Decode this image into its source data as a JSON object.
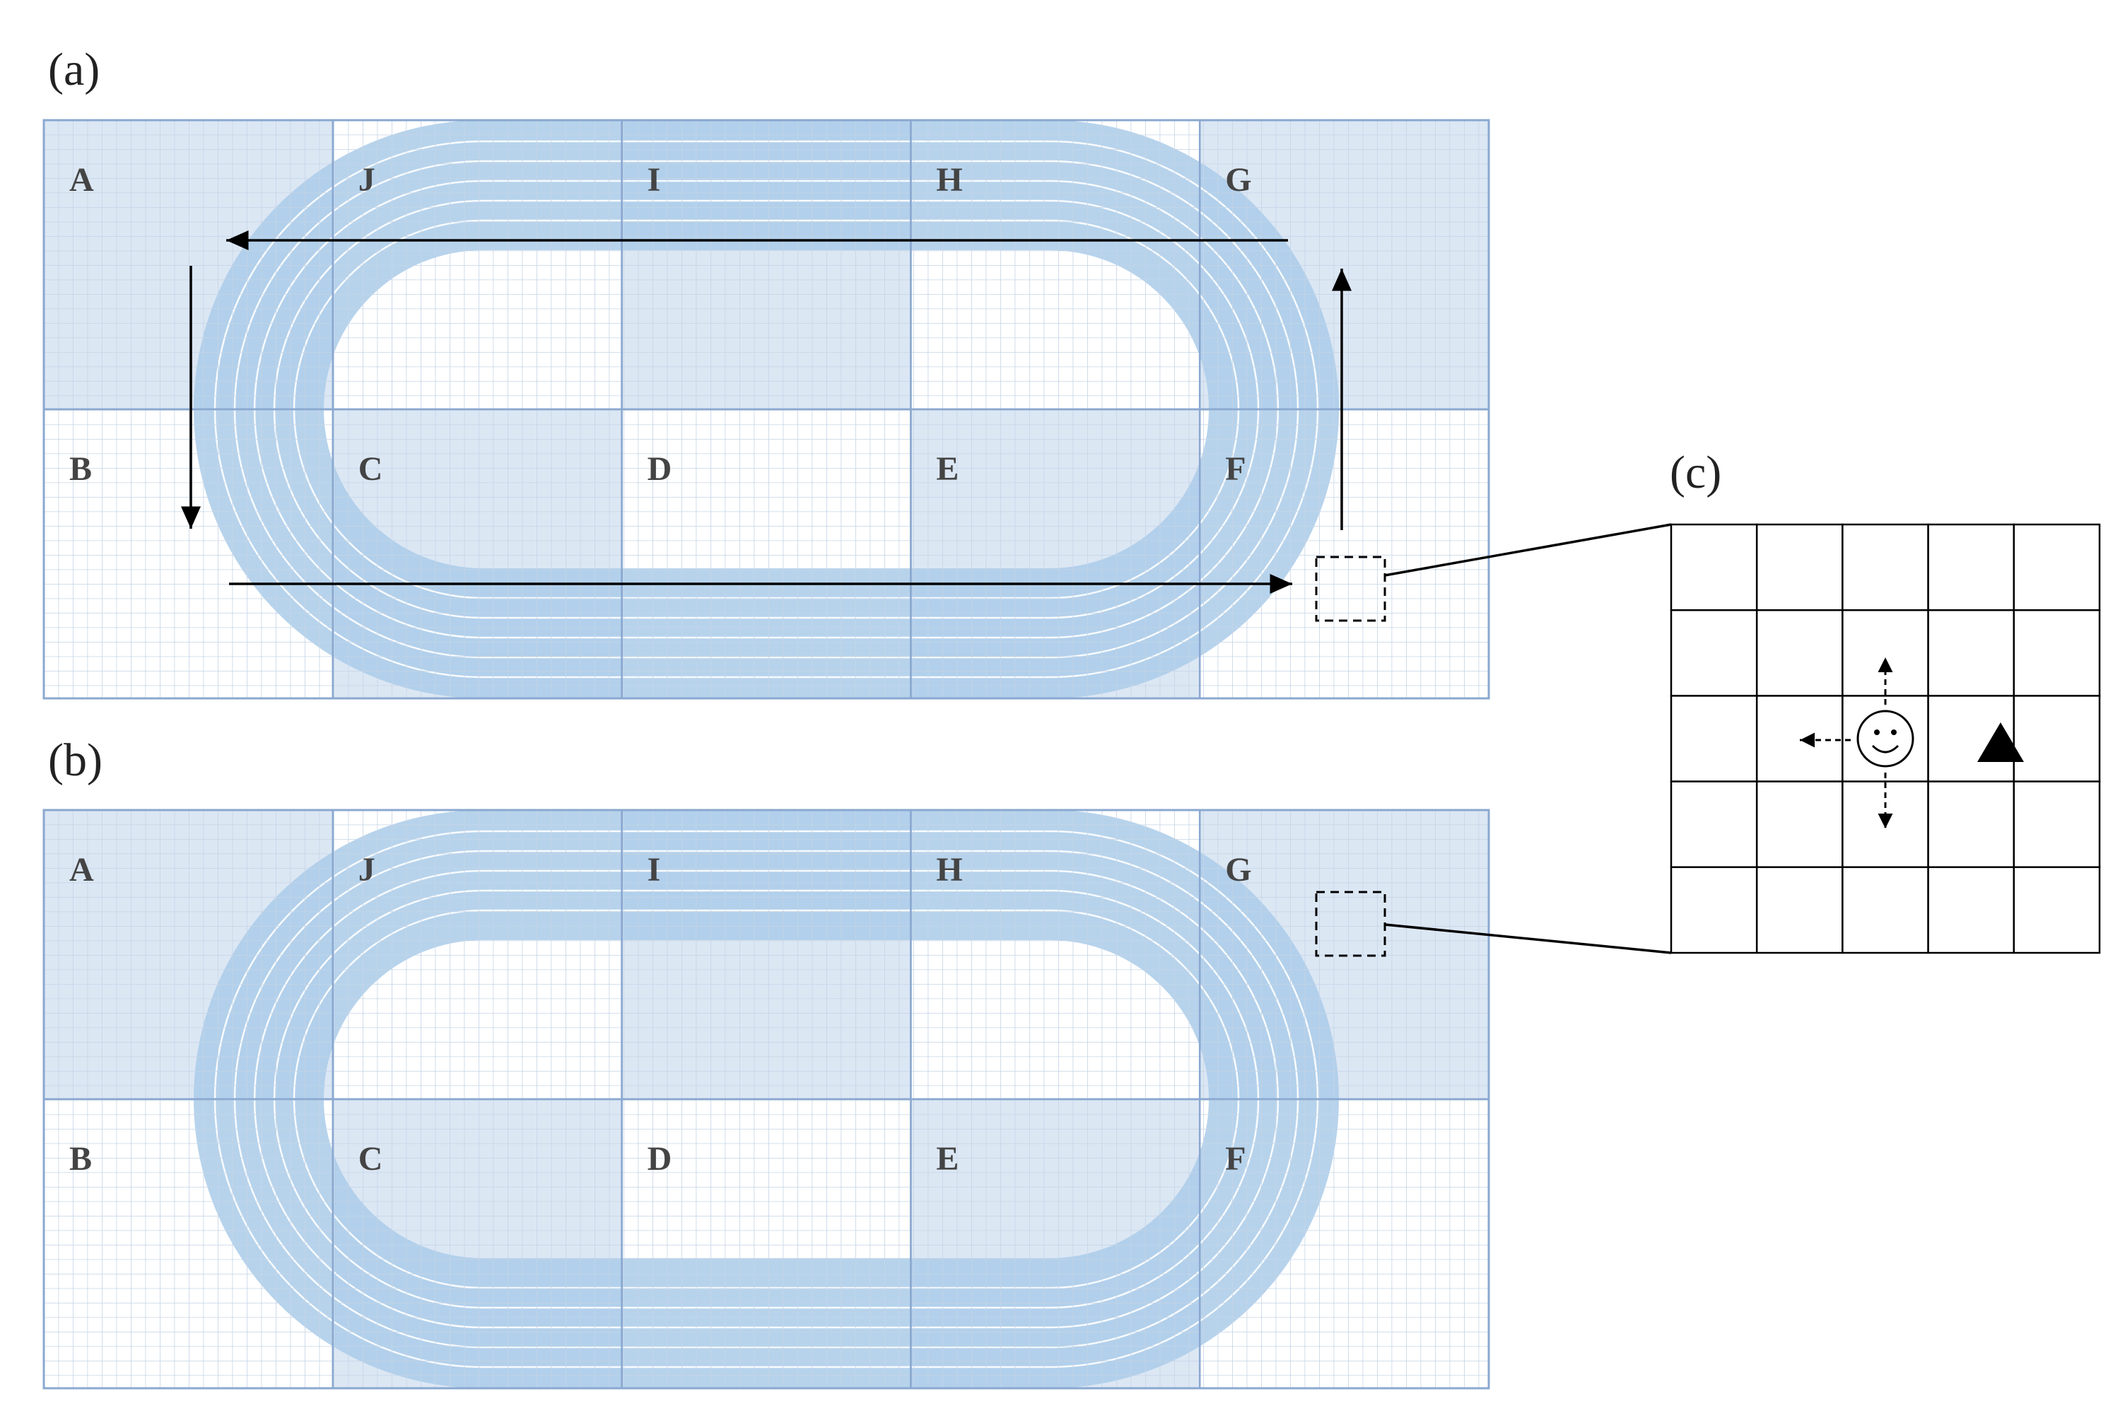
{
  "panels": {
    "a": {
      "label": "(a)",
      "zones": [
        {
          "id": "A",
          "label": "A",
          "shaded": true
        },
        {
          "id": "J",
          "label": "J",
          "shaded": false
        },
        {
          "id": "I",
          "label": "I",
          "shaded": true
        },
        {
          "id": "H",
          "label": "H",
          "shaded": false
        },
        {
          "id": "G",
          "label": "G",
          "shaded": true
        },
        {
          "id": "B",
          "label": "B",
          "shaded": false
        },
        {
          "id": "C",
          "label": "C",
          "shaded": true
        },
        {
          "id": "D",
          "label": "D",
          "shaded": false
        },
        {
          "id": "E",
          "label": "E",
          "shaded": true
        },
        {
          "id": "F",
          "label": "F",
          "shaded": false
        }
      ]
    },
    "b": {
      "label": "(b)",
      "zones": [
        {
          "id": "A",
          "label": "A",
          "shaded": true
        },
        {
          "id": "J",
          "label": "J",
          "shaded": false
        },
        {
          "id": "I",
          "label": "I",
          "shaded": true
        },
        {
          "id": "H",
          "label": "H",
          "shaded": false
        },
        {
          "id": "G",
          "label": "G",
          "shaded": true
        },
        {
          "id": "B",
          "label": "B",
          "shaded": false
        },
        {
          "id": "C",
          "label": "C",
          "shaded": true
        },
        {
          "id": "D",
          "label": "D",
          "shaded": false
        },
        {
          "id": "E",
          "label": "E",
          "shaded": true
        },
        {
          "id": "F",
          "label": "F",
          "shaded": false
        }
      ]
    },
    "c": {
      "label": "(c)",
      "grid_rows": 5,
      "grid_cols": 5,
      "agent_icon": "smiley-face-icon",
      "target_icon": "triangle-icon",
      "move_directions": [
        "up",
        "down",
        "left"
      ]
    }
  },
  "colors": {
    "zone_shade": "#dce7f4",
    "track": "#aacbe9",
    "grid_line": "#c4d4e6",
    "border": "#8aa8d0",
    "arrow": "#000000",
    "lane_line": "#ffffff"
  }
}
